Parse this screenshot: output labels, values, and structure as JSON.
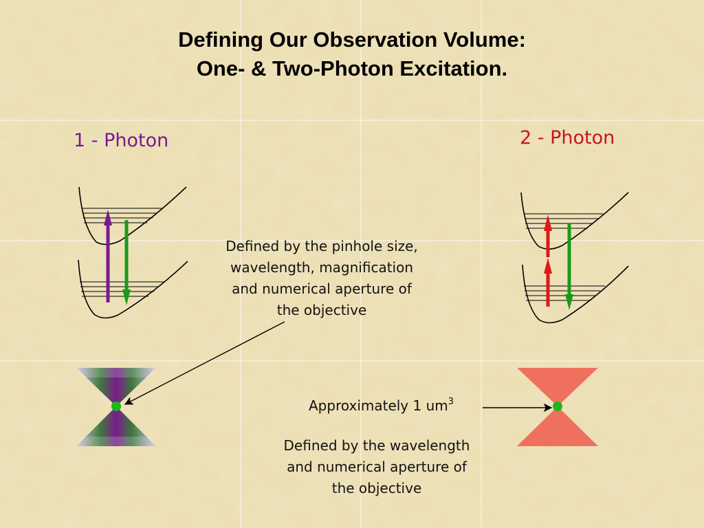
{
  "title": {
    "line1": "Defining Our Observation Volume:",
    "line2": "One- & Two-Photon Excitation."
  },
  "one_photon": {
    "heading": "1 - Photon",
    "heading_color": "#7a1a8c",
    "excitation_arrow_color": "#7a1a8c",
    "emission_arrow_color": "#1a9a1a",
    "focus_colors": [
      "#7a1a8c",
      "#3d7a3d"
    ]
  },
  "two_photon": {
    "heading": "2 - Photon",
    "heading_color": "#c8141e",
    "excitation_arrow_color": "#e01818",
    "emission_arrow_color": "#1a9a1a",
    "focus_color": "#f07060"
  },
  "focal_point_color": "#1ab81a",
  "annotations": {
    "pinhole_lines": [
      "Defined by the pinhole size,",
      "wavelength, magnification",
      "and numerical aperture of",
      "the objective"
    ],
    "approx_text": "Approximately 1 um",
    "approx_superscript": "3",
    "wavelength_lines": [
      "Defined by the wavelength",
      "and numerical aperture of",
      "the objective"
    ]
  }
}
